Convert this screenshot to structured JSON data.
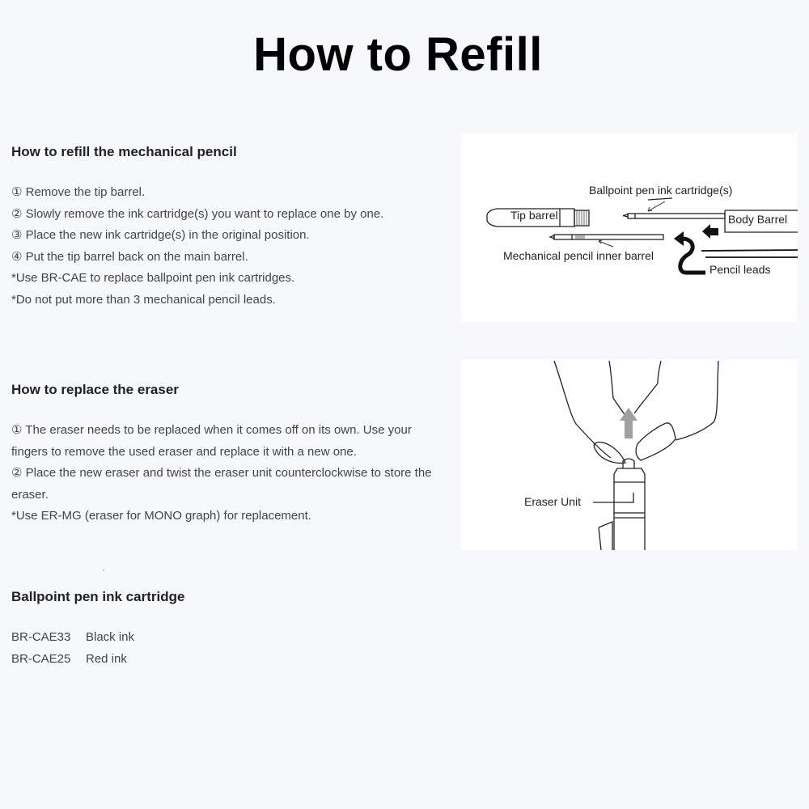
{
  "title": "How to Refill",
  "sections": {
    "refill": {
      "heading": "How to refill the mechanical pencil",
      "lines": [
        "① Remove the tip barrel.",
        "② Slowly remove the ink cartridge(s) you want to replace one by one.",
        "③ Place the new ink cartridge(s) in the original position.",
        "④ Put the tip barrel back on the main barrel.",
        "*Use BR-CAE to replace ballpoint pen ink cartridges.",
        "*Do not put more than 3 mechanical pencil leads."
      ],
      "figure": {
        "labels": {
          "ballpoint": "Ballpoint pen ink cartridge(s)",
          "tip_barrel": "Tip barrel",
          "body_barrel": "Body Barrel",
          "inner_barrel": "Mechanical pencil inner barrel",
          "pencil_leads": "Pencil leads"
        }
      }
    },
    "eraser": {
      "heading": "How to replace the eraser",
      "lines": [
        "① The eraser needs to be replaced when it comes off on its own. Use your",
        "fingers to remove the used eraser and replace it with a new one.",
        "② Place the new eraser and twist the eraser unit counterclockwise to store the",
        "eraser.",
        "*Use ER-MG (eraser for MONO graph) for replacement."
      ],
      "figure": {
        "labels": {
          "eraser_unit": "Eraser Unit"
        },
        "arrow_color": "#a0a0a0"
      }
    },
    "cartridge": {
      "heading": "Ballpoint pen ink cartridge",
      "items": [
        {
          "code": "BR-CAE33",
          "description": "Black ink"
        },
        {
          "code": "BR-CAE25",
          "description": "Red ink"
        }
      ]
    }
  }
}
